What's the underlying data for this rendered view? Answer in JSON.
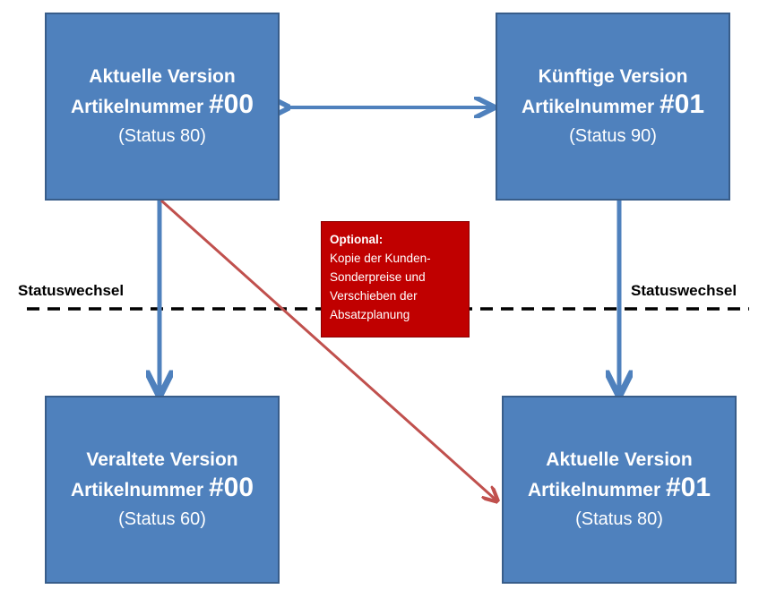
{
  "boxes": {
    "top_left": {
      "title": "Aktuelle Version",
      "prefix": "Artikelnummer ",
      "number": "#00",
      "status": "(Status 80)"
    },
    "top_right": {
      "title": "Künftige Version",
      "prefix": "Artikelnummer ",
      "number": "#01",
      "status": "(Status 90)"
    },
    "bottom_left": {
      "title": "Veraltete Version",
      "prefix": "Artikelnummer ",
      "number": "#00",
      "status": "(Status 60)"
    },
    "bottom_right": {
      "title": "Aktuelle Version",
      "prefix": "Artikelnummer ",
      "number": "#01",
      "status": "(Status 80)"
    }
  },
  "labels": {
    "status_left": "Statuswechsel",
    "status_right": "Statuswechsel"
  },
  "optional": {
    "title": "Optional:",
    "lines": [
      "Kopie der Kunden-",
      "Sonderpreise und",
      "Verschieben der",
      "Absatzplanung"
    ]
  },
  "colors": {
    "box_fill": "#4f81bd",
    "box_border": "#385d8a",
    "arrow_blue": "#4f81bd",
    "arrow_red": "#c0504d",
    "optional_fill": "#c00000"
  }
}
